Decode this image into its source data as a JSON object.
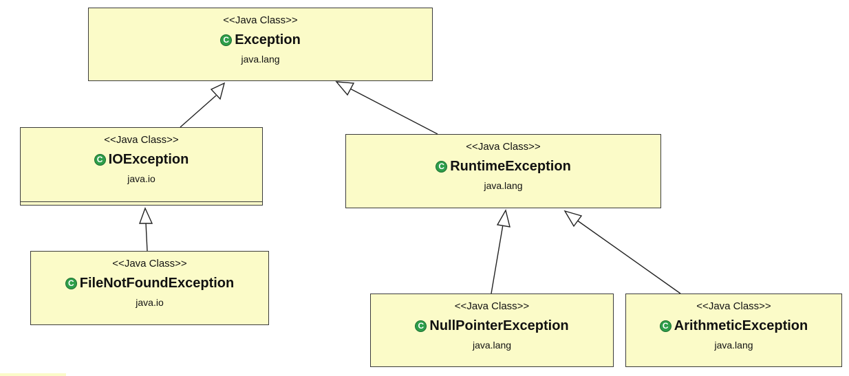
{
  "classes": {
    "exception": {
      "stereotype": "<<Java Class>>",
      "name": "Exception",
      "package": "java.lang",
      "icon": "class-icon"
    },
    "ioexception": {
      "stereotype": "<<Java Class>>",
      "name": "IOException",
      "package": "java.io",
      "icon": "class-icon"
    },
    "runtimeexception": {
      "stereotype": "<<Java Class>>",
      "name": "RuntimeException",
      "package": "java.lang",
      "icon": "class-icon"
    },
    "filenotfoundexception": {
      "stereotype": "<<Java Class>>",
      "name": "FileNotFoundException",
      "package": "java.io",
      "icon": "class-icon"
    },
    "nullpointerexception": {
      "stereotype": "<<Java Class>>",
      "name": "NullPointerException",
      "package": "java.lang",
      "icon": "class-icon"
    },
    "arithmeticexception": {
      "stereotype": "<<Java Class>>",
      "name": "ArithmeticException",
      "package": "java.lang",
      "icon": "class-icon"
    }
  },
  "relations": [
    {
      "from": "IOException",
      "to": "Exception",
      "type": "generalization"
    },
    {
      "from": "RuntimeException",
      "to": "Exception",
      "type": "generalization"
    },
    {
      "from": "FileNotFoundException",
      "to": "IOException",
      "type": "generalization"
    },
    {
      "from": "NullPointerException",
      "to": "RuntimeException",
      "type": "generalization"
    },
    {
      "from": "ArithmeticException",
      "to": "RuntimeException",
      "type": "generalization"
    }
  ],
  "colors": {
    "box_fill": "#fbfbc8",
    "border": "#3a3a3a",
    "icon": "#2e9e4a"
  }
}
